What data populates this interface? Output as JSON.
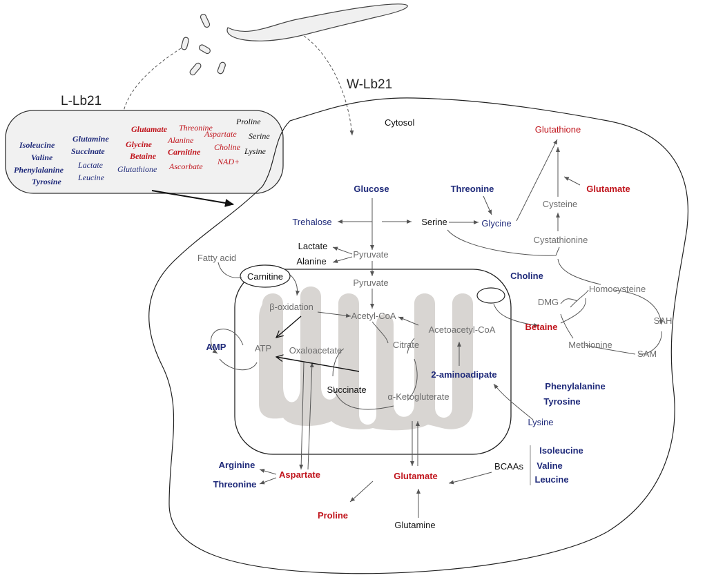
{
  "colors": {
    "blue": "#1f2a7a",
    "red": "#c0141c",
    "black": "#111111",
    "gray": "#6e6e6e",
    "box_fill": "#f1f1f1",
    "crista_fill": "#d8d5d2"
  },
  "labels": {
    "bacteria": "L-Lb21",
    "worm": "W-Lb21",
    "cytosol": "Cytosol"
  },
  "bacteria_metabolites": [
    {
      "text": "Isoleucine",
      "color": "blue",
      "bold": true
    },
    {
      "text": "Valine",
      "color": "blue",
      "bold": true
    },
    {
      "text": "Phenylalanine",
      "color": "blue",
      "bold": true
    },
    {
      "text": "Tyrosine",
      "color": "blue",
      "bold": true
    },
    {
      "text": "Glutamine",
      "color": "blue",
      "bold": true
    },
    {
      "text": "Succinate",
      "color": "blue",
      "bold": true
    },
    {
      "text": "Lactate",
      "color": "blue",
      "bold": false
    },
    {
      "text": "Leucine",
      "color": "blue",
      "bold": false
    },
    {
      "text": "Glutamate",
      "color": "red",
      "bold": true
    },
    {
      "text": "Glycine",
      "color": "red",
      "bold": true
    },
    {
      "text": "Betaine",
      "color": "red",
      "bold": true
    },
    {
      "text": "Glutathione",
      "color": "blue",
      "bold": false
    },
    {
      "text": "Threonine",
      "color": "red",
      "bold": false
    },
    {
      "text": "Alanine",
      "color": "red",
      "bold": false
    },
    {
      "text": "Carnitine",
      "color": "red",
      "bold": true
    },
    {
      "text": "Ascorbate",
      "color": "red",
      "bold": false
    },
    {
      "text": "Aspartate",
      "color": "red",
      "bold": false
    },
    {
      "text": "Choline",
      "color": "red",
      "bold": false
    },
    {
      "text": "NAD+",
      "color": "red",
      "bold": false
    },
    {
      "text": "Proline",
      "color": "black",
      "bold": false
    },
    {
      "text": "Serine",
      "color": "black",
      "bold": false
    },
    {
      "text": "Lysine",
      "color": "black",
      "bold": false
    }
  ],
  "nodes": {
    "glucose": {
      "text": "Glucose",
      "color": "blue",
      "bold": true
    },
    "trehalose": {
      "text": "Trehalose",
      "color": "blue",
      "bold": false
    },
    "serine": {
      "text": "Serine",
      "color": "black",
      "bold": false
    },
    "threonine_top": {
      "text": "Threonine",
      "color": "blue",
      "bold": true
    },
    "glycine": {
      "text": "Glycine",
      "color": "blue",
      "bold": false
    },
    "glutathione": {
      "text": "Glutathione",
      "color": "red",
      "bold": false
    },
    "glutamate_top": {
      "text": "Glutamate",
      "color": "red",
      "bold": true
    },
    "cysteine": {
      "text": "Cysteine",
      "color": "gray",
      "bold": false
    },
    "cystathionine": {
      "text": "Cystathionine",
      "color": "gray",
      "bold": false
    },
    "lactate": {
      "text": "Lactate",
      "color": "black",
      "bold": false
    },
    "alanine": {
      "text": "Alanine",
      "color": "black",
      "bold": false
    },
    "pyruvate_cyto": {
      "text": "Pyruvate",
      "color": "gray",
      "bold": false
    },
    "fatty_acid": {
      "text": "Fatty acid",
      "color": "gray",
      "bold": false
    },
    "carnitine": {
      "text": "Carnitine",
      "color": "black",
      "bold": false
    },
    "pyruvate_mito": {
      "text": "Pyruvate",
      "color": "gray",
      "bold": false
    },
    "choline": {
      "text": "Choline",
      "color": "blue",
      "bold": true
    },
    "homocysteine": {
      "text": "Homocysteine",
      "color": "gray",
      "bold": false
    },
    "dmg": {
      "text": "DMG",
      "color": "gray",
      "bold": false
    },
    "beta_oxidation": {
      "text": "β-oxidation",
      "color": "gray",
      "bold": false
    },
    "acetyl_coa": {
      "text": "Acetyl-CoA",
      "color": "gray",
      "bold": false
    },
    "acetoacetyl_coa": {
      "text": "Acetoacetyl-CoA",
      "color": "gray",
      "bold": false
    },
    "betaine": {
      "text": "Betaine",
      "color": "red",
      "bold": true
    },
    "sah": {
      "text": "SAH",
      "color": "gray",
      "bold": false
    },
    "amp": {
      "text": "AMP",
      "color": "blue",
      "bold": true
    },
    "atp": {
      "text": "ATP",
      "color": "gray",
      "bold": false
    },
    "oxaloacetate": {
      "text": "Oxaloacetate",
      "color": "gray",
      "bold": false
    },
    "citrate": {
      "text": "Citrate",
      "color": "gray",
      "bold": false
    },
    "methionine": {
      "text": "Methionine",
      "color": "gray",
      "bold": false
    },
    "sam": {
      "text": "SAM",
      "color": "gray",
      "bold": false
    },
    "aminoadipate": {
      "text": "2-aminoadipate",
      "color": "blue",
      "bold": true
    },
    "phenylalanine": {
      "text": "Phenylalanine",
      "color": "blue",
      "bold": true
    },
    "tyrosine": {
      "text": "Tyrosine",
      "color": "blue",
      "bold": true
    },
    "succinate": {
      "text": "Succinate",
      "color": "black",
      "bold": false
    },
    "akg": {
      "text": "α-Ketogluterate",
      "color": "gray",
      "bold": false
    },
    "lysine": {
      "text": "Lysine",
      "color": "blue",
      "bold": false
    },
    "arginine": {
      "text": "Arginine",
      "color": "blue",
      "bold": true
    },
    "aspartate": {
      "text": "Aspartate",
      "color": "red",
      "bold": true
    },
    "threonine_bottom": {
      "text": "Threonine",
      "color": "blue",
      "bold": true
    },
    "isoleucine": {
      "text": "Isoleucine",
      "color": "blue",
      "bold": true
    },
    "valine": {
      "text": "Valine",
      "color": "blue",
      "bold": true
    },
    "leucine": {
      "text": "Leucine",
      "color": "blue",
      "bold": true
    },
    "bcaas": {
      "text": "BCAAs",
      "color": "black",
      "bold": false
    },
    "glutamate_bottom": {
      "text": "Glutamate",
      "color": "red",
      "bold": true
    },
    "proline": {
      "text": "Proline",
      "color": "red",
      "bold": true
    },
    "glutamine": {
      "text": "Glutamine",
      "color": "black",
      "bold": false
    }
  }
}
